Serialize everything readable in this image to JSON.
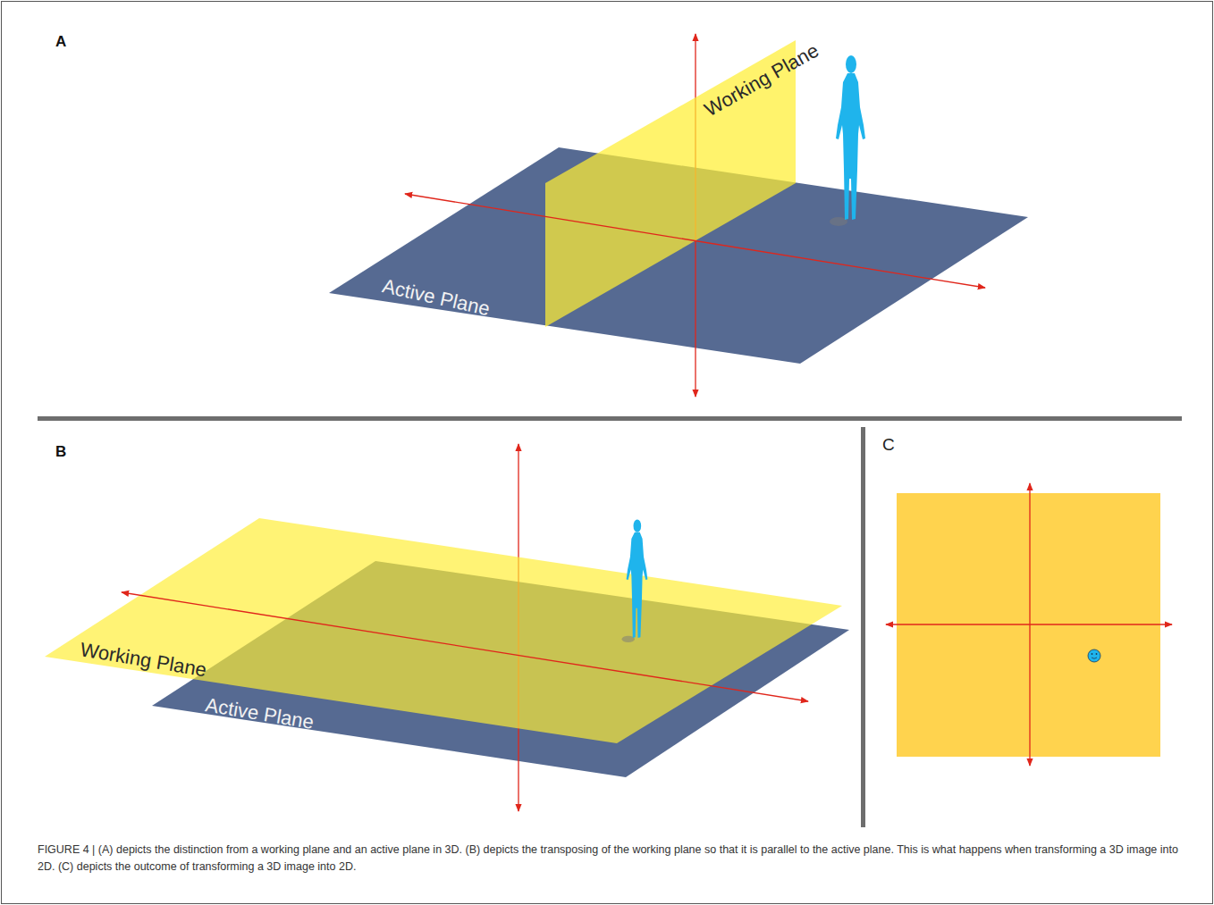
{
  "diagram": {
    "caption": "FIGURE 4 | (A) depicts the distinction from a working plane and an active plane in 3D. (B) depicts the transposing of the working plane so that it is parallel to the active plane. This is what happens when transforming a 3D image into 2D. (C) depicts the outcome of transforming a 3D image into 2D.",
    "labels": [
      "A",
      "Working Plane",
      "Active Plane",
      "B",
      "Working Plane",
      "Active Plane",
      "C"
    ]
  }
}
